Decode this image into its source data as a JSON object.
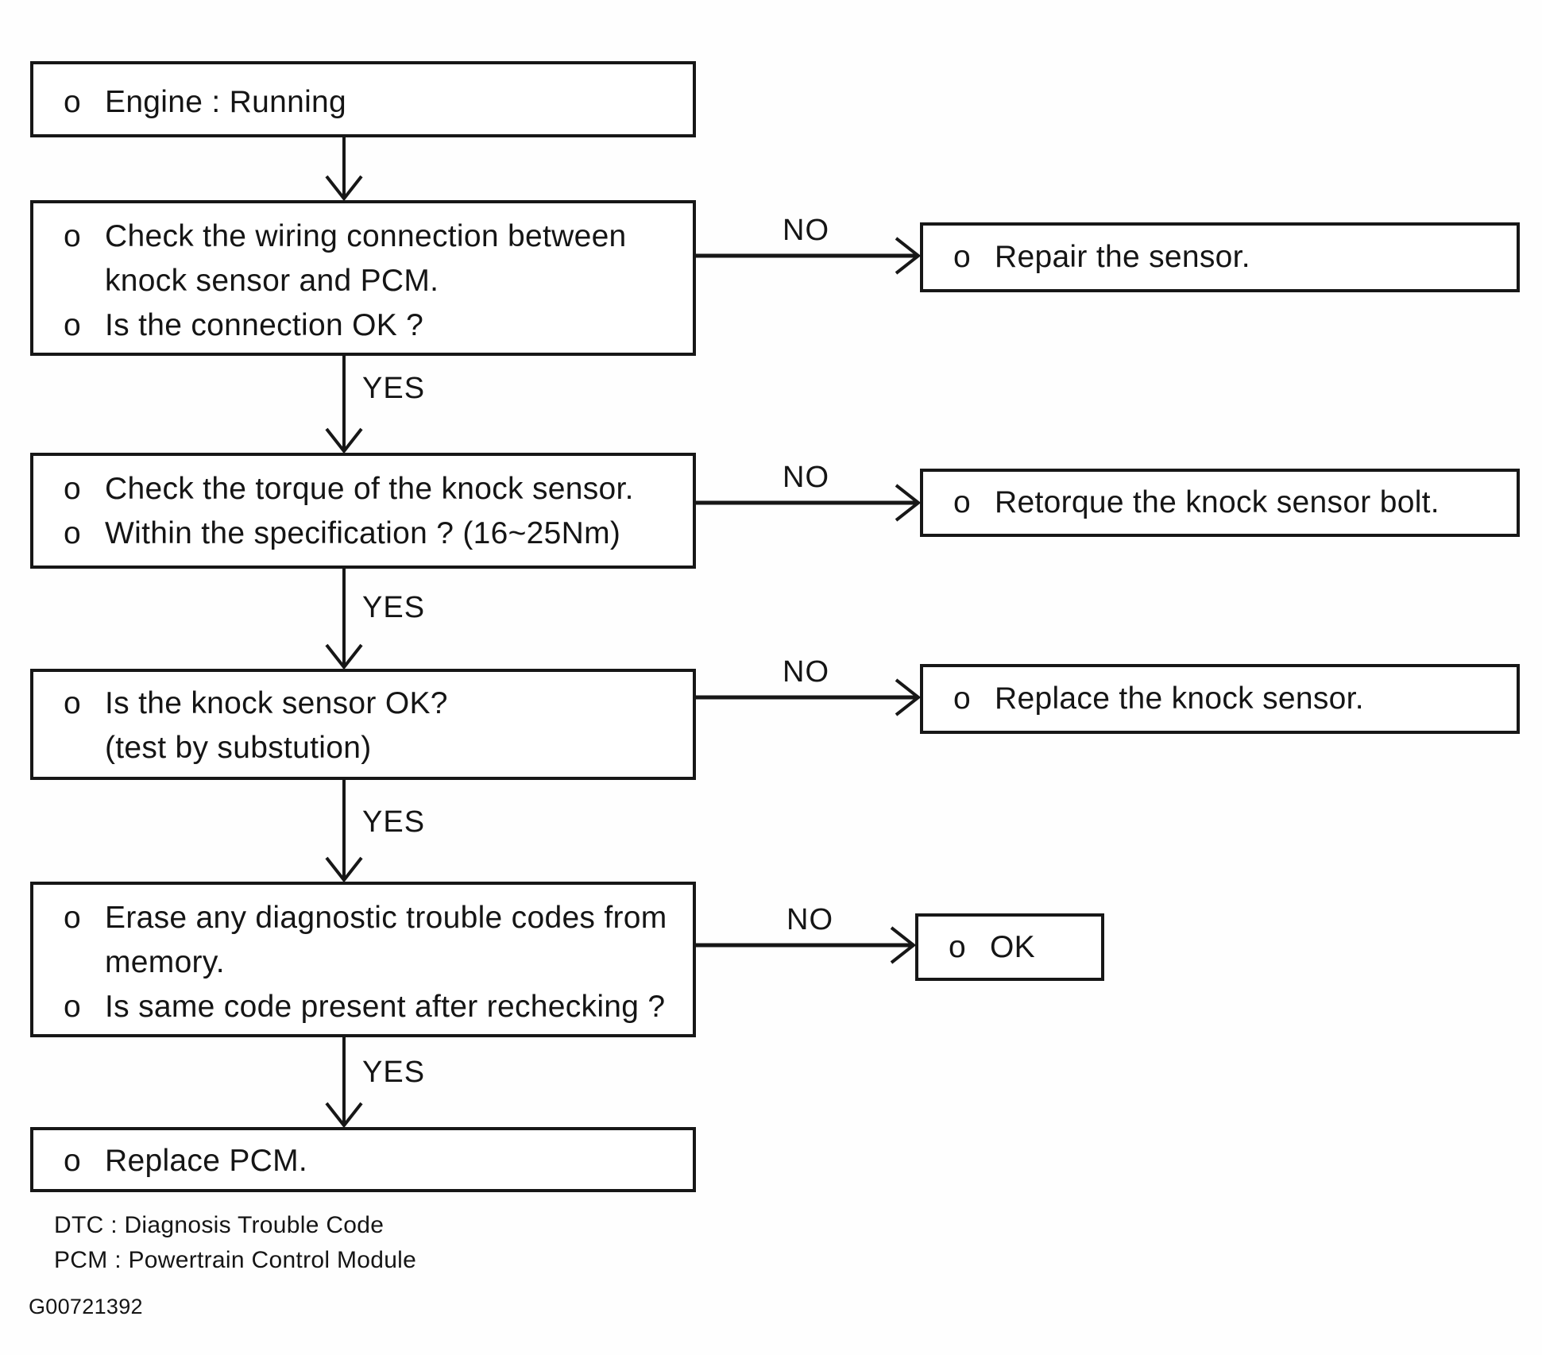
{
  "bullet_char": "o",
  "edge_labels": {
    "yes": "YES",
    "no": "NO"
  },
  "steps": {
    "engine_running": {
      "line1": "Engine : Running"
    },
    "check_wiring": {
      "line1": "Check the wiring connection between",
      "line2": "knock sensor and PCM.",
      "line3": "Is the connection OK ?"
    },
    "check_torque": {
      "line1": "Check the torque of the knock sensor.",
      "line2": "Within the specification ? (16~25Nm)"
    },
    "knock_sensor_ok": {
      "line1": "Is the knock sensor OK?",
      "line2": "(test by substution)"
    },
    "erase_codes": {
      "line1": "Erase any diagnostic trouble codes from",
      "line2": "memory.",
      "line3": "Is same code present after rechecking ?"
    },
    "replace_pcm": {
      "line1": "Replace PCM."
    }
  },
  "actions": {
    "repair_sensor": "Repair the sensor.",
    "retorque_bolt": "Retorque the knock sensor bolt.",
    "replace_knock_sensor": "Replace the knock sensor.",
    "ok": "OK"
  },
  "footer": {
    "dtc_legend": "DTC : Diagnosis Trouble Code",
    "pcm_legend": "PCM : Powertrain Control Module",
    "figure_code": "G00721392"
  }
}
